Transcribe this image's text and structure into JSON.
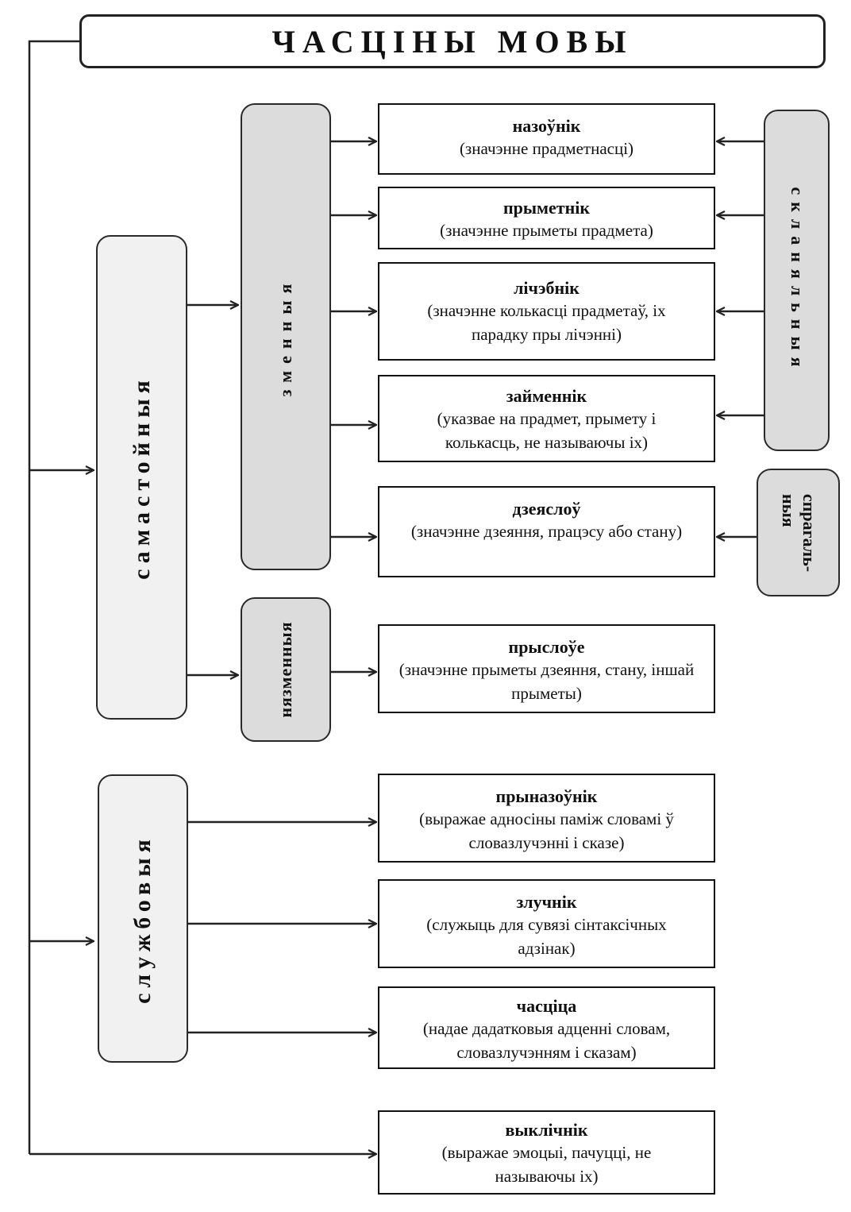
{
  "title": "ЧАСЦІНЫ МОВЫ",
  "groups": {
    "independent": "самастойныя",
    "auxiliary": "службовыя",
    "changeable": "зменныя",
    "unchangeable": "нязменныя",
    "declinable": "скланяльныя",
    "conjugable_line1": "спрагаль-",
    "conjugable_line2": "ныя"
  },
  "parts": [
    {
      "name": "назоўнік",
      "desc": "(значэнне прадметнасці)"
    },
    {
      "name": "прыметнік",
      "desc": "(значэнне прыметы прадмета)"
    },
    {
      "name": "лічэбнік",
      "desc": "(значэнне колькасці прадметаў, іх парадку пры лічэнні)"
    },
    {
      "name": "займеннік",
      "desc": "(указвае на прадмет, прымету і колькасць, не называючы іх)"
    },
    {
      "name": "дзеяслоў",
      "desc": "(значэнне дзеяння, працэсу або стану)"
    },
    {
      "name": "прыслоўе",
      "desc": "(значэнне прыметы дзеяння, стану, іншай прыметы)"
    },
    {
      "name": "прыназоўнік",
      "desc": "(выражае адносіны паміж словамі ў словазлучэнні і сказе)"
    },
    {
      "name": "злучнік",
      "desc": "(служыць для сувязі сінтаксічных адзінак)"
    },
    {
      "name": "часціца",
      "desc": "(надае дадатковыя адценні словам, словазлучэнням і сказам)"
    },
    {
      "name": "выклічнік",
      "desc": "(выражае эмоцыі, пачуцці, не называючы іх)"
    }
  ]
}
